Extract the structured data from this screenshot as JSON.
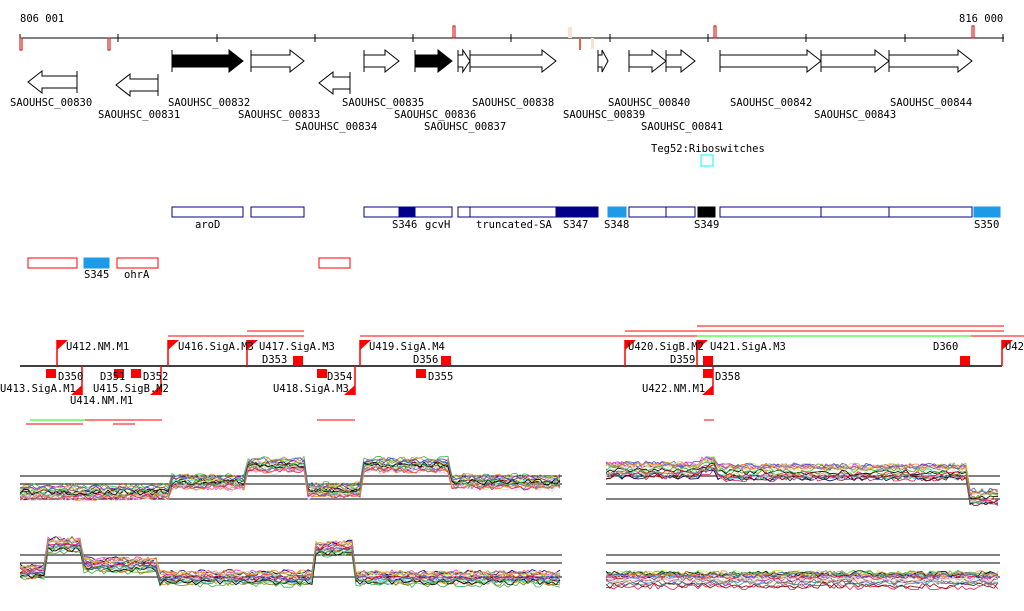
{
  "ruler": {
    "start_label": "806 001",
    "end_label": "816 000"
  },
  "genes": [
    {
      "id": "SAOUHSC_00830"
    },
    {
      "id": "SAOUHSC_00831"
    },
    {
      "id": "SAOUHSC_00832"
    },
    {
      "id": "SAOUHSC_00833"
    },
    {
      "id": "SAOUHSC_00834"
    },
    {
      "id": "SAOUHSC_00835"
    },
    {
      "id": "SAOUHSC_00836"
    },
    {
      "id": "SAOUHSC_00837"
    },
    {
      "id": "SAOUHSC_00838"
    },
    {
      "id": "SAOUHSC_00839"
    },
    {
      "id": "SAOUHSC_00840"
    },
    {
      "id": "SAOUHSC_00841"
    },
    {
      "id": "SAOUHSC_00842"
    },
    {
      "id": "SAOUHSC_00843"
    },
    {
      "id": "SAOUHSC_00844"
    }
  ],
  "riboswitch": {
    "label": "Teg52:Riboswitches",
    "color": "#00ffff"
  },
  "annotations": [
    "aroD",
    "S346",
    "gcvH",
    "truncated-SA",
    "S347",
    "S348",
    "S349",
    "S350",
    "S345",
    "ohrA"
  ],
  "transcripts_upper": [
    "U412.NM.M1",
    "U416.SigA.M3",
    "U417.SigA.M3",
    "D353",
    "U419.SigA.M4",
    "D356",
    "U420.SigB.M2",
    "D359",
    "U421.SigA.M3",
    "D360",
    "U42"
  ],
  "transcripts_lower": [
    "U413.SigA.M1",
    "U414.NM.M1",
    "U415.SigB.M2",
    "D350",
    "D351",
    "D352",
    "D354",
    "U418.SigA.M3",
    "D355",
    "D358",
    "U422.NM.M1"
  ],
  "colors": {
    "navy": "#00008b",
    "lightblue": "#1e9be6",
    "red": "#ff0000",
    "green": "#00ff00"
  }
}
